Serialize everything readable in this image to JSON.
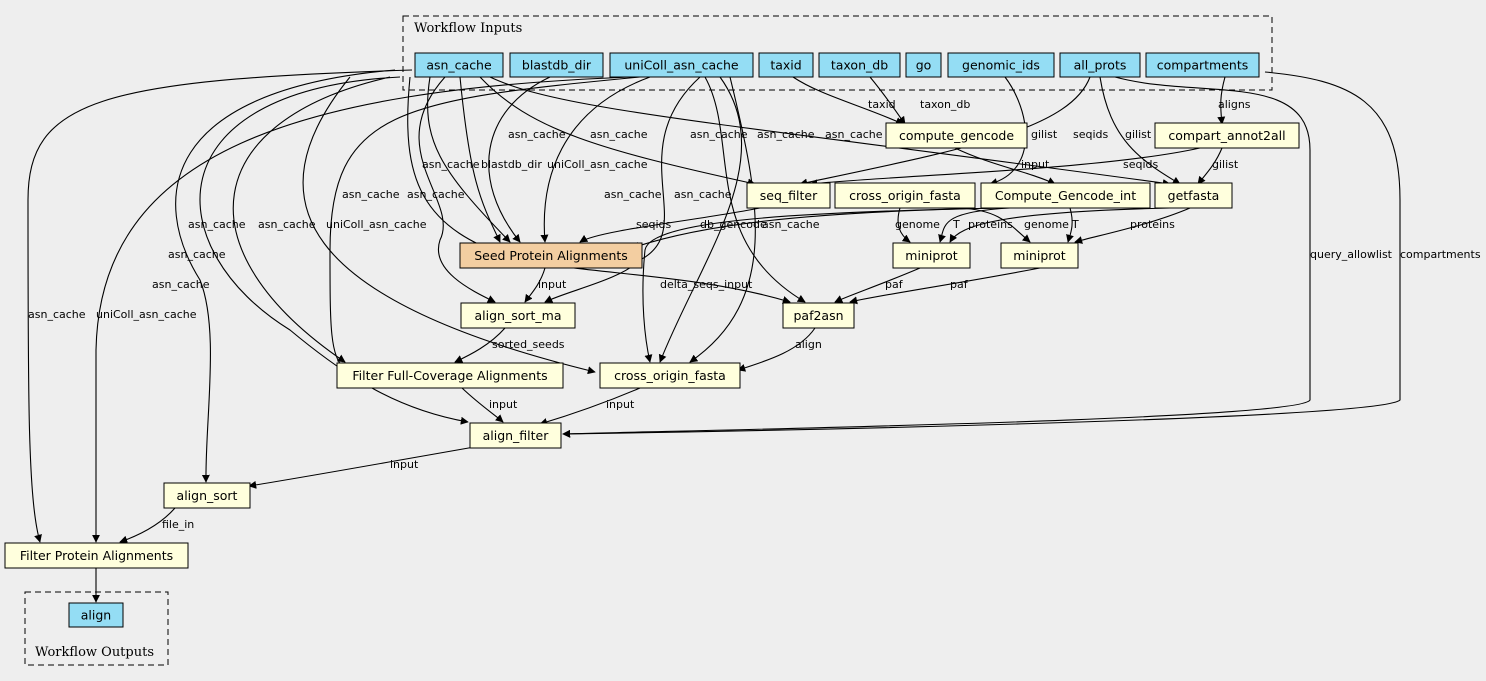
{
  "colors": {
    "input_fill": "#94ddf4",
    "step_fill": "#ffffdd",
    "highlight_fill": "#f3cea1",
    "background": "#eeeeee"
  },
  "clusters": {
    "inputs": "Workflow Inputs",
    "outputs": "Workflow Outputs"
  },
  "nodes": {
    "asn_cache": "asn_cache",
    "blastdb_dir": "blastdb_dir",
    "unicoll": "uniColl_asn_cache",
    "taxid": "taxid",
    "taxon_db": "taxon_db",
    "go": "go",
    "genomic_ids": "genomic_ids",
    "all_prots": "all_prots",
    "compartments": "compartments",
    "compute_gencode": "compute_gencode",
    "compart_annot2all": "compart_annot2all",
    "seq_filter": "seq_filter",
    "cross_origin_fasta_1": "cross_origin_fasta",
    "compute_gencode_int": "Compute_Gencode_int",
    "getfasta": "getfasta",
    "seed_protein_alignments": "Seed Protein Alignments",
    "miniprot_1": "miniprot",
    "miniprot_2": "miniprot",
    "align_sort_ma": "align_sort_ma",
    "paf2asn": "paf2asn",
    "filter_full_coverage": "Filter Full-Coverage Alignments",
    "cross_origin_fasta_2": "cross_origin_fasta",
    "align_filter": "align_filter",
    "align_sort": "align_sort",
    "filter_protein_alignments": "Filter Protein Alignments",
    "align_out": "align"
  },
  "edge_labels": {
    "taxid": "taxid",
    "taxon_db": "taxon_db",
    "gilist_gencode": "gilist",
    "seqids_allprots": "seqids",
    "gilist_allprots": "gilist",
    "aligns": "aligns",
    "asn_cache_a": "asn_cache",
    "asn_cache_b": "asn_cache",
    "asn_cache_c": "asn_cache",
    "asn_cache_d": "asn_cache",
    "asn_cache_e": "asn_cache",
    "input_cgi": "input",
    "seqids_compart": "seqids",
    "gilist_compart": "gilist",
    "asn_cache_seed": "asn_cache",
    "blastdb_dir": "blastdb_dir",
    "unicoll_seed": "uniColl_asn_cache",
    "asn_cache_f": "asn_cache",
    "asn_cache_g": "asn_cache",
    "asn_cache_h": "asn_cache",
    "asn_cache_i": "asn_cache",
    "seqids_seed": "seqids",
    "db_gencode": "db_gencode",
    "asn_cache_j": "asn_cache",
    "genome_1": "genome",
    "t_1": "T",
    "proteins_1": "proteins",
    "genome_2": "genome",
    "t_2": "T",
    "proteins_2": "proteins",
    "asn_cache_k": "asn_cache",
    "asn_cache_l": "asn_cache",
    "unicoll_ffc": "uniColl_asn_cache",
    "asn_cache_m": "asn_cache",
    "asn_cache_n": "asn_cache",
    "asn_cache_o": "asn_cache",
    "unicoll_fpa": "uniColl_asn_cache",
    "query_allowlist": "query_allowlist",
    "compartments": "compartments",
    "input_ma": "input",
    "delta_seqs_input": "delta_seqs_input",
    "paf_1": "paf",
    "paf_2": "paf",
    "sorted_seeds": "sorted_seeds",
    "align": "align",
    "input_af_1": "input",
    "input_af_2": "input",
    "input_as": "input",
    "file_in": "file_in"
  }
}
